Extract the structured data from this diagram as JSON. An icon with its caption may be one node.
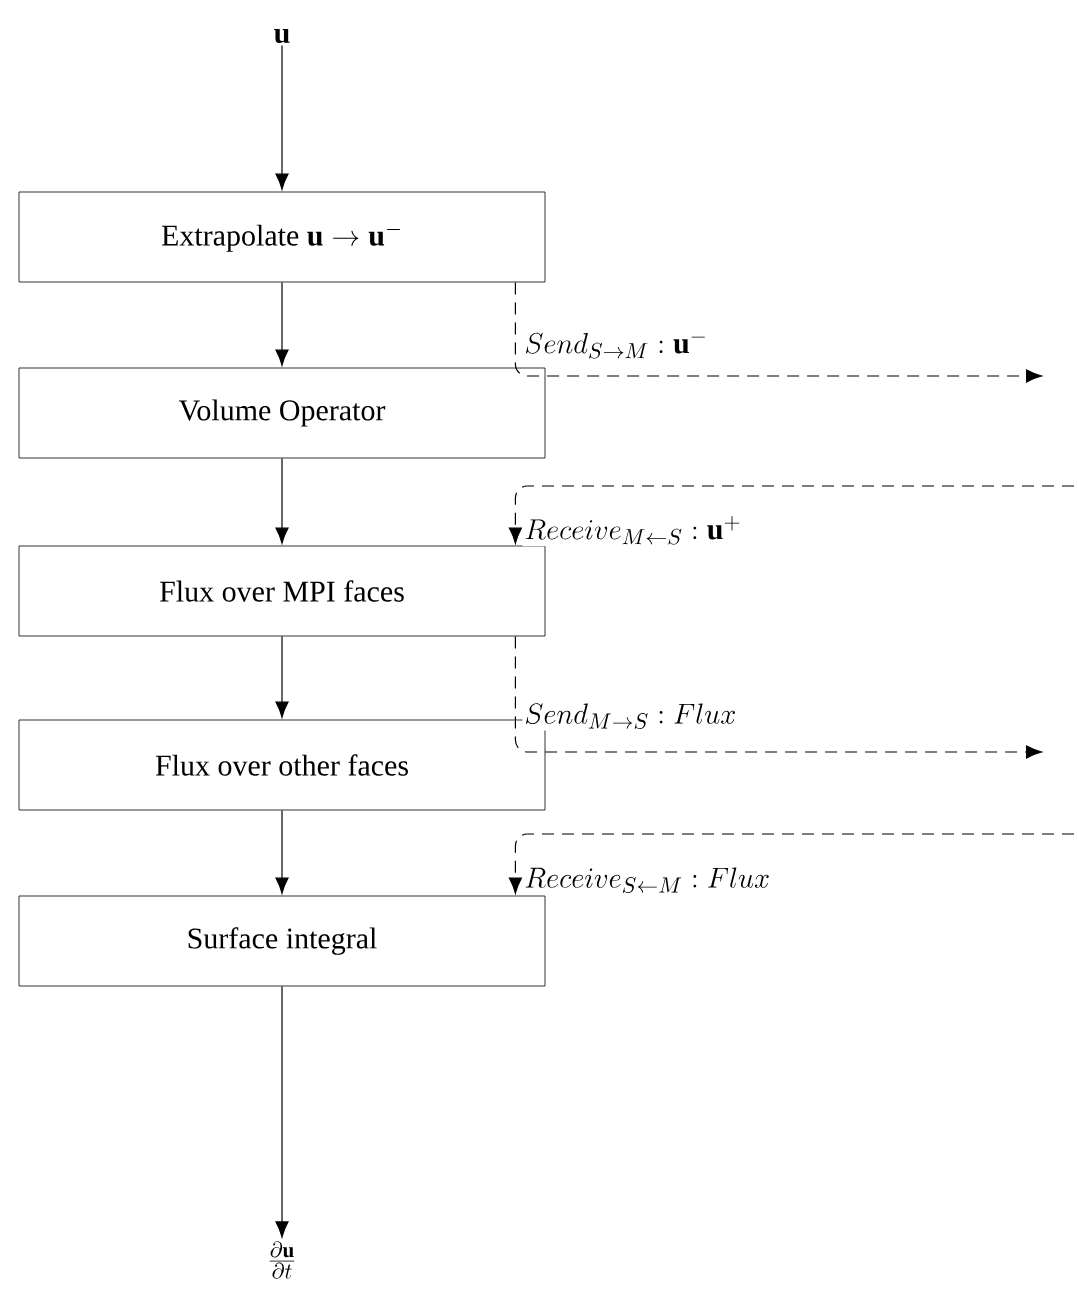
{
  "diagram": {
    "nodes": [
      {
        "text": [
          "\\mathbf{u}"
        ]
      },
      {
        "text": [
          "\\mathrm{Extrapolate}\\ \\mathbf{u} \\rightarrow \\mathbf{u}^{-}"
        ]
      },
      {
        "text": [
          "Volume Operator"
        ]
      },
      {
        "text": [
          "Flux over MPI faces"
        ]
      },
      {
        "text": [
          "Flux over other faces"
        ]
      },
      {
        "text": [
          "Surface integral"
        ]
      },
      {
        "text": [
          "\\frac{\\partial \\mathbf{u}}{\\partial t}"
        ]
      }
    ],
    "edges": [
      {
        "from": 0,
        "to": 1,
        "arrow": "to"
      },
      {
        "from": 1,
        "to": 2,
        "arrow": "to"
      },
      {
        "from": 2,
        "to": 3,
        "arrow": "to"
      },
      {
        "from": 3,
        "to": 4,
        "arrow": "to"
      },
      {
        "from": 4,
        "to": 5,
        "arrow": "to"
      },
      {
        "from": 5,
        "to": 6,
        "arrow": "to"
      },
      {
        "from": 1,
        "to": null,
        "arrow": "to",
        "style": "dashed",
        "label": "Send_{S\\rightarrow M} : \\mathbf{u}^{-}"
      },
      {
        "from": null,
        "to": 3,
        "arrow": "to",
        "style": "dashed",
        "label": "Receive_{M\\leftarrow S} : \\mathbf{u}^{+}"
      },
      {
        "from": 3,
        "to": null,
        "arrow": "to",
        "style": "dashed",
        "label": "Send_{M\\rightarrow S} : Flux"
      },
      {
        "from": null,
        "to": 5,
        "arrow": "to",
        "style": "dashed",
        "label": "Receive_{S\\leftarrow M} : Flux"
      }
    ]
  }
}
